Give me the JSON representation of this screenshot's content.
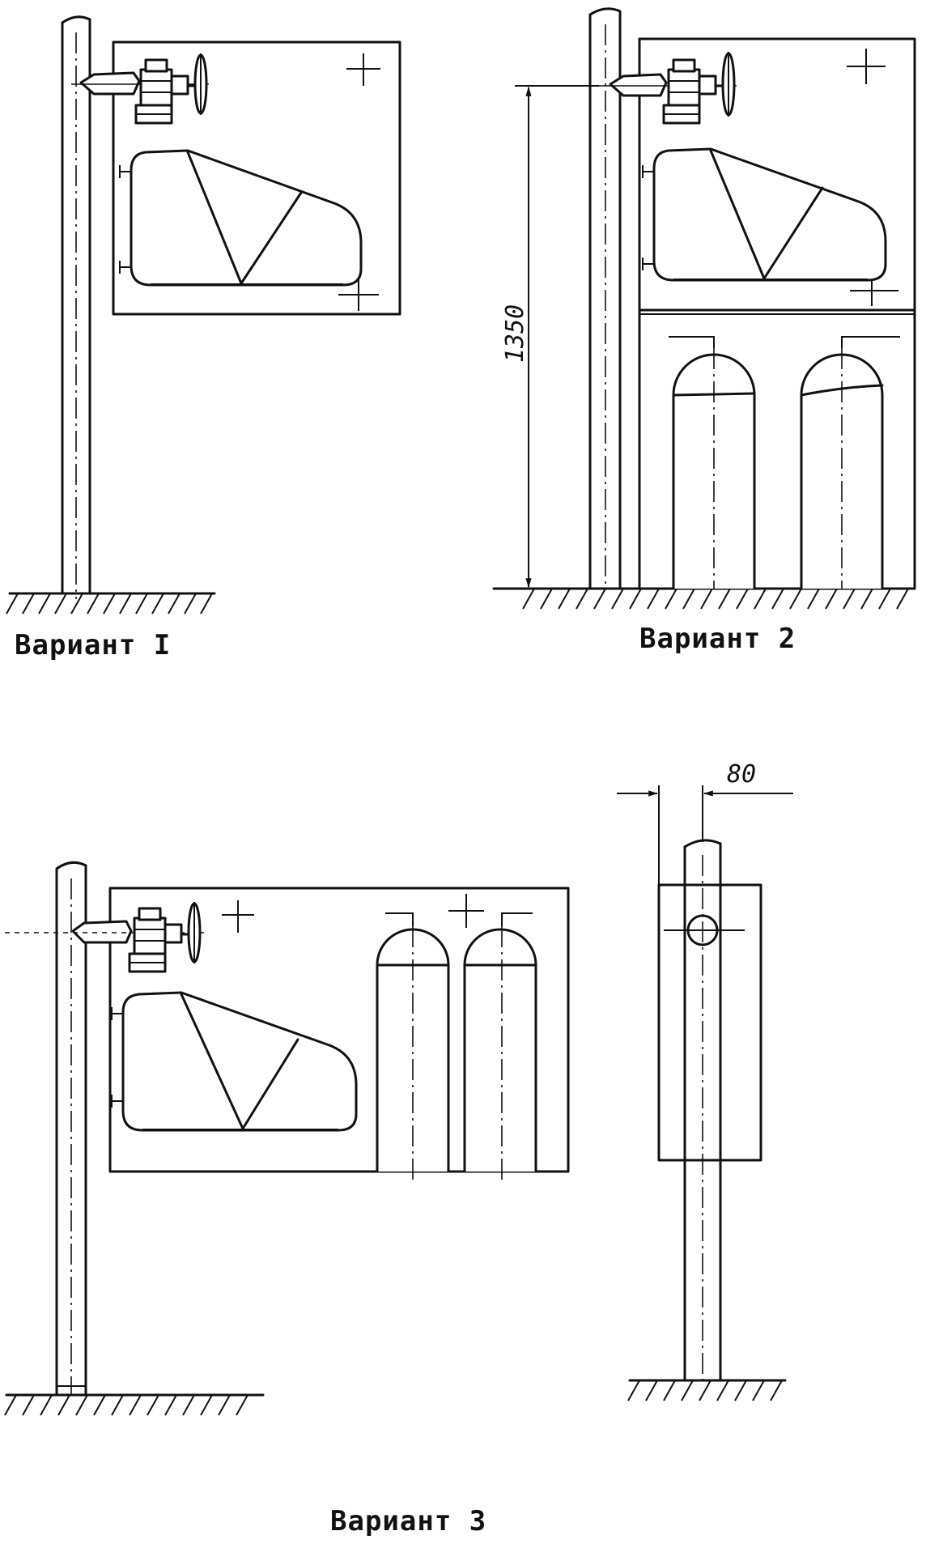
{
  "labels": {
    "variant_1": "Вариант I",
    "variant_2": "Вариант 2",
    "variant_3": "Вариант 3"
  },
  "dimensions": {
    "height": "1350",
    "pipe_offset": "80"
  }
}
